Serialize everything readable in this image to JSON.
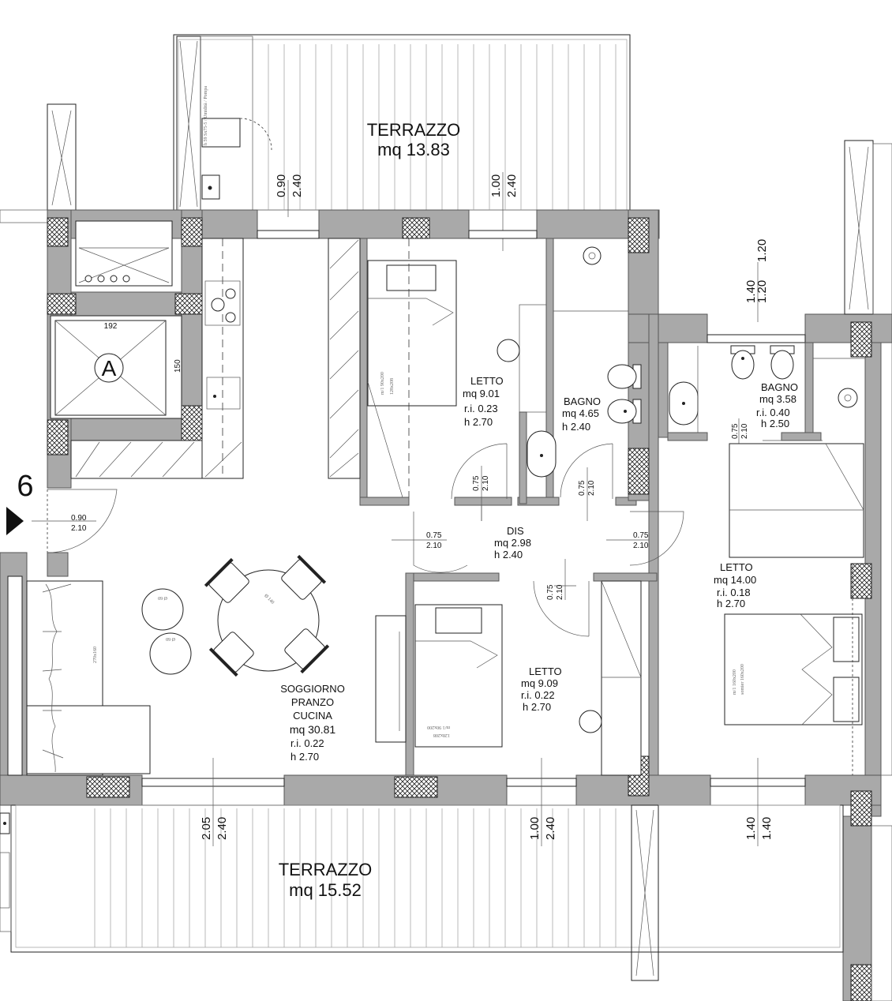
{
  "rooms": {
    "terrazzo_top": {
      "name": "TERRAZZO",
      "area": "mq 13.83"
    },
    "terrazzo_bottom": {
      "name": "TERRAZZO",
      "area": "mq 15.52"
    },
    "letto_1": {
      "name": "LETTO",
      "area": "mq 9.01",
      "ri": "r.i. 0.23",
      "h": "h 2.70"
    },
    "bagno_1": {
      "name": "BAGNO",
      "area": "mq 4.65",
      "h": "h 2.40"
    },
    "bagno_2": {
      "name": "BAGNO",
      "area": "mq 3.58",
      "ri": "r.i. 0.40",
      "h": "h 2.50"
    },
    "dis": {
      "name": "DIS",
      "area": "mq 2.98",
      "h": "h 2.40"
    },
    "letto_2": {
      "name": "LETTO",
      "area": "mq 9.09",
      "ri": "r.i. 0.22",
      "h": "h 2.70"
    },
    "letto_3": {
      "name": "LETTO",
      "area": "mq 14.00",
      "ri": "r.i. 0.18",
      "h": "h 2.70"
    },
    "soggiorno": {
      "line1": "SOGGIORNO",
      "line2": "PRANZO",
      "line3": "CUCINA",
      "area": "mq 30.81",
      "ri": "r.i. 0.22",
      "h": "h 2.70"
    }
  },
  "openings": {
    "top_win_1": {
      "w": "0.90",
      "h": "2.40"
    },
    "top_win_2": {
      "w": "1.00",
      "h": "2.40"
    },
    "bagno2_win": {
      "w": "1.40",
      "h1": "1.20",
      "h2": "1.20"
    },
    "bot_win_1": {
      "w": "2.05",
      "h": "2.40"
    },
    "bot_win_2": {
      "w": "1.00",
      "h": "2.40"
    },
    "bot_win_3": {
      "w": "1.40",
      "h": "1.40"
    },
    "door_entry": {
      "w": "0.90",
      "h": "2.10"
    },
    "door_letto1": {
      "w": "0.75",
      "h": "2.10"
    },
    "door_bagno1": {
      "w": "0.75",
      "h": "2.10"
    },
    "door_dis_left": {
      "w": "0.75",
      "h": "2.10"
    },
    "door_dis_right": {
      "w": "0.75",
      "h": "2.10"
    },
    "door_letto2": {
      "w": "0.75",
      "h": "2.10"
    },
    "door_bagno2": {
      "w": "0.75",
      "h": "2.10"
    }
  },
  "stair_number": "6",
  "shaft": {
    "letter": "A",
    "width": "192",
    "depth": "150"
  },
  "table_label": "Ø 140",
  "stool_1": "Ø 60",
  "stool_2": "Ø 60",
  "sofa_label": "270x160",
  "bed_1_label": "m/1 90x200",
  "bed_1_label2": "128x208",
  "bed_2_label": "m/1 90x200",
  "bed_2_label2": "128x208",
  "bed_3_label": "m/1 160x200",
  "bed_3_label2": "somier 160x200",
  "ext_unit_label": "h 59 Sx75-5 / Umidità / Pompa"
}
